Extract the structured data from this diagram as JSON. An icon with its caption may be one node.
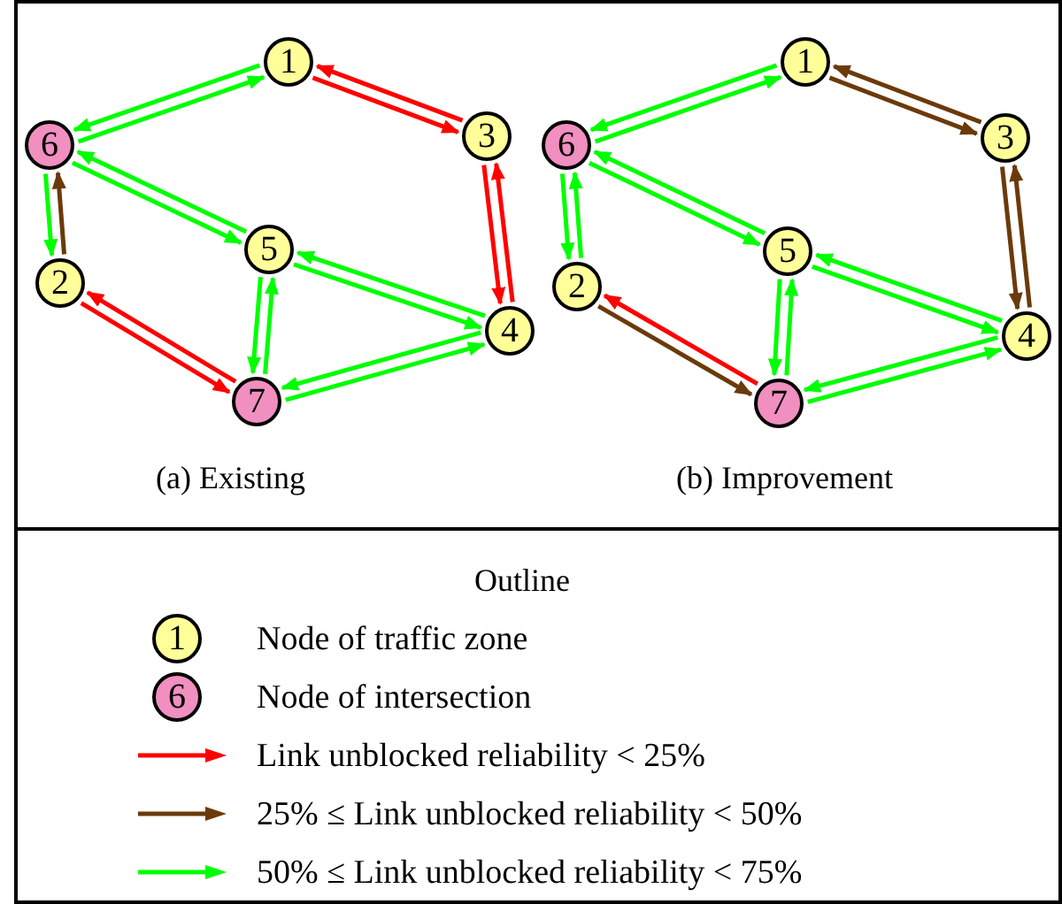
{
  "diagram": {
    "nodes": [
      {
        "text": [
          "1"
        ]
      },
      {
        "text": [
          "6"
        ]
      },
      {
        "text": [
          "3"
        ]
      },
      {
        "text": [
          "5"
        ]
      },
      {
        "text": [
          "2"
        ]
      },
      {
        "text": [
          "4"
        ]
      },
      {
        "text": [
          "7"
        ]
      },
      {
        "text": [
          "1"
        ]
      },
      {
        "text": [
          "6"
        ]
      },
      {
        "text": [
          "3"
        ]
      },
      {
        "text": [
          "5"
        ]
      },
      {
        "text": [
          "2"
        ]
      },
      {
        "text": [
          "4"
        ]
      },
      {
        "text": [
          "7"
        ]
      }
    ],
    "edges": [
      {
        "from": 0,
        "to": 1,
        "arrow": "to"
      },
      {
        "from": 1,
        "to": 0,
        "arrow": "to"
      },
      {
        "from": 0,
        "to": 2,
        "arrow": "to",
        "color": "#ff0000"
      },
      {
        "from": 2,
        "to": 0,
        "arrow": "to",
        "color": "#ff0000"
      },
      {
        "from": 2,
        "to": 5,
        "arrow": "to",
        "color": "#ff0000"
      },
      {
        "from": 5,
        "to": 2,
        "arrow": "to",
        "color": "#ff0000"
      },
      {
        "from": 1,
        "to": 4,
        "arrow": "to"
      },
      {
        "from": 4,
        "to": 1,
        "arrow": "to",
        "color": "#6b3a0a"
      },
      {
        "from": 1,
        "to": 3,
        "arrow": "to"
      },
      {
        "from": 3,
        "to": 1,
        "arrow": "to"
      },
      {
        "from": 3,
        "to": 5,
        "arrow": "to"
      },
      {
        "from": 5,
        "to": 3,
        "arrow": "to"
      },
      {
        "from": 3,
        "to": 6,
        "arrow": "to"
      },
      {
        "from": 6,
        "to": 3,
        "arrow": "to"
      },
      {
        "from": 5,
        "to": 6,
        "arrow": "to"
      },
      {
        "from": 6,
        "to": 5,
        "arrow": "to"
      },
      {
        "from": 4,
        "to": 6,
        "arrow": "to",
        "color": "#ff0000"
      },
      {
        "from": 6,
        "to": 4,
        "arrow": "to",
        "color": "#ff0000"
      },
      {
        "from": 7,
        "to": 8,
        "arrow": "to"
      },
      {
        "from": 8,
        "to": 7,
        "arrow": "to"
      },
      {
        "from": 7,
        "to": 9,
        "arrow": "to",
        "color": "#6b3a0a"
      },
      {
        "from": 9,
        "to": 7,
        "arrow": "to",
        "color": "#6b3a0a"
      },
      {
        "from": 9,
        "to": 12,
        "arrow": "to",
        "color": "#6b3a0a"
      },
      {
        "from": 12,
        "to": 9,
        "arrow": "to",
        "color": "#6b3a0a"
      },
      {
        "from": 8,
        "to": 11,
        "arrow": "to"
      },
      {
        "from": 11,
        "to": 8,
        "arrow": "to"
      },
      {
        "from": 8,
        "to": 10,
        "arrow": "to"
      },
      {
        "from": 10,
        "to": 8,
        "arrow": "to"
      },
      {
        "from": 10,
        "to": 12,
        "arrow": "to"
      },
      {
        "from": 12,
        "to": 10,
        "arrow": "to"
      },
      {
        "from": 10,
        "to": 13,
        "arrow": "to"
      },
      {
        "from": 13,
        "to": 10,
        "arrow": "to"
      },
      {
        "from": 12,
        "to": 13,
        "arrow": "to"
      },
      {
        "from": 13,
        "to": 12,
        "arrow": "to"
      },
      {
        "from": 11,
        "to": 13,
        "arrow": "to",
        "color": "#6b3a0a"
      },
      {
        "from": 13,
        "to": 11,
        "arrow": "to",
        "color": "#ff0000"
      }
    ],
    "labels": [
      "(a) Existing",
      "(b) Improvement",
      "Outline",
      "1",
      "6"
    ],
    "legend": [
      {
        "text": "Node of traffic zone",
        "color": "#ffff99"
      },
      {
        "text": "Node of intersection",
        "color": "#f08fc0"
      },
      {
        "text": "Link unblocked reliability < 25%",
        "color": "#ff0000"
      },
      {
        "text": "25% ≤ Link unblocked reliability < 50%",
        "color": "#6b3a0a"
      },
      {
        "text": "50% ≤ Link unblocked reliability < 75%",
        "color": "#00ff00"
      }
    ]
  }
}
